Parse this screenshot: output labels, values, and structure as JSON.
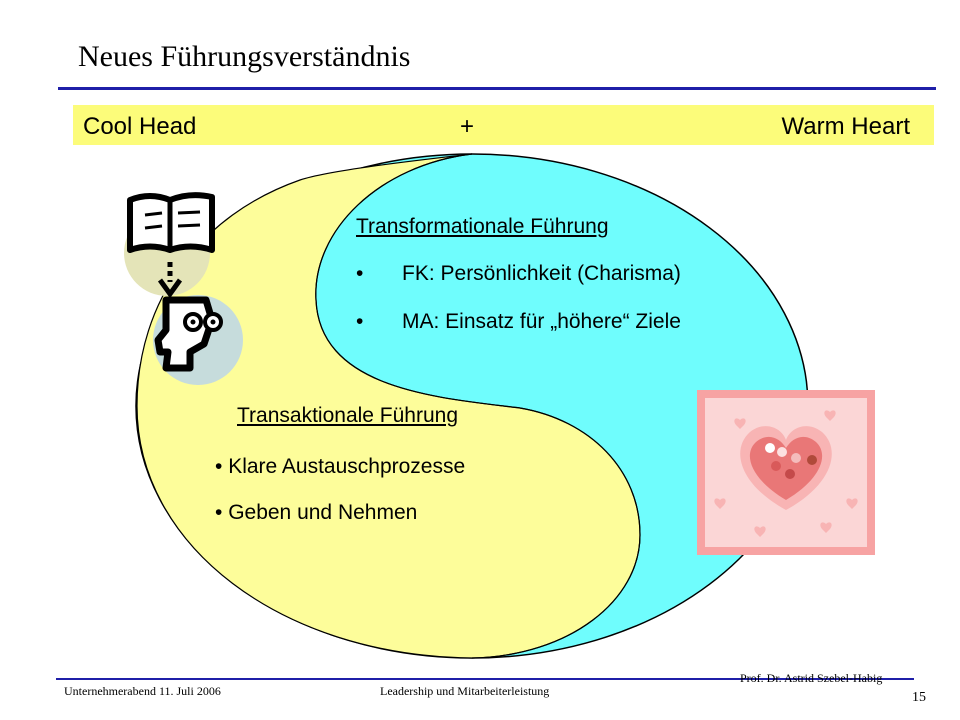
{
  "slide": {
    "title": "Neues Führungsverständnis",
    "banner": {
      "left": "Cool Head",
      "middle": "+",
      "right": "Warm Heart"
    },
    "transformational": {
      "heading": "Transformationale Führung",
      "bullets": [
        "FK: Persönlichkeit (Charisma)",
        "MA: Einsatz für „höhere“ Ziele"
      ]
    },
    "transactional": {
      "heading": "Transaktionale Führung",
      "bullets": [
        "Klare Austauschprozesse",
        "Geben und Nehmen"
      ]
    },
    "icons": [
      "book-icon",
      "head-thinking-icon",
      "heart-card-icon"
    ]
  },
  "footer": {
    "left": "Unternehmerabend 11. Juli  2006",
    "center": "Leadership und Mitarbeiterleistung",
    "author": "Prof. Dr. Astrid  Szebel-Habig",
    "page": "15"
  },
  "colors": {
    "accent_rule": "#1f1fa8",
    "banner_bg": "#fcfc7a",
    "yellow_region": "#fdfd9a",
    "cyan_region": "#6ffdfd",
    "heart_frame": "#f7a3a3"
  }
}
